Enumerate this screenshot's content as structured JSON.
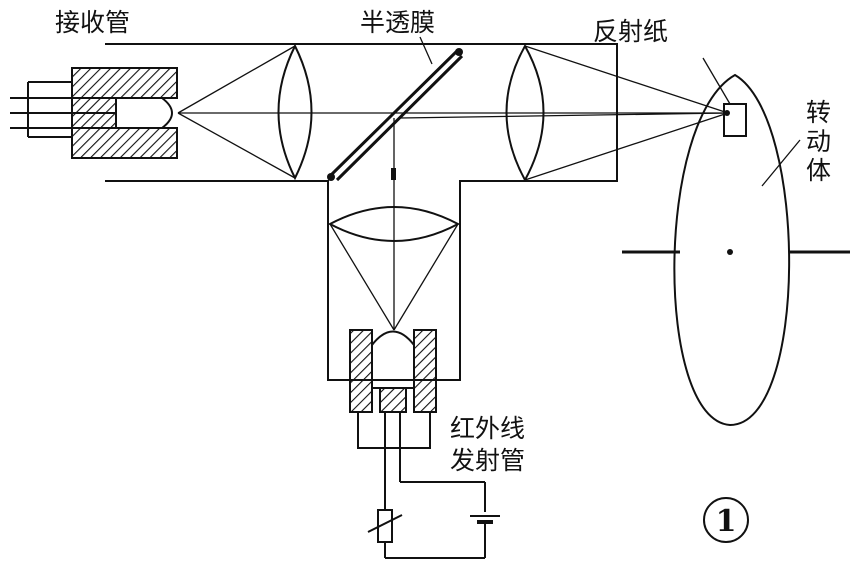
{
  "labels": {
    "receiver_tube": "接收管",
    "half_mirror": "半透膜",
    "reflective_paper": "反射纸",
    "rotor_char1": "转",
    "rotor_char2": "动",
    "rotor_char3": "体",
    "ir_emitter_line1": "红外线",
    "ir_emitter_line2": "发射管",
    "figure_number": "1"
  }
}
